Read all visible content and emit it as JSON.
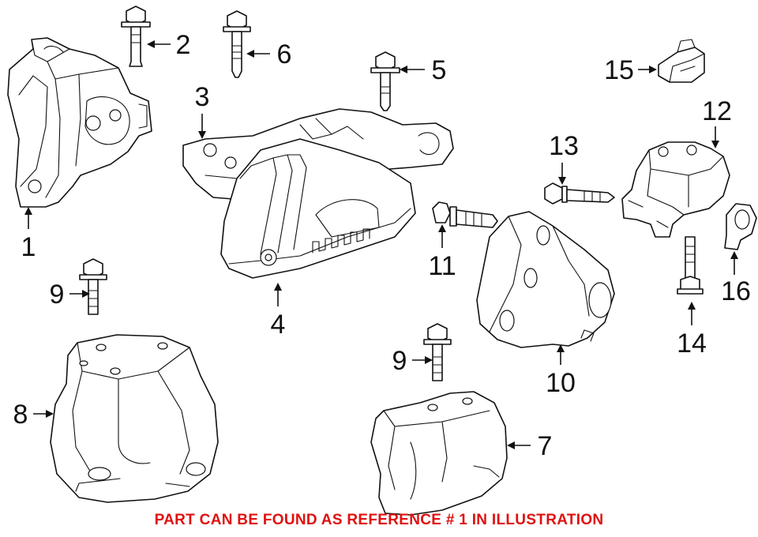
{
  "callouts": [
    {
      "id": "1",
      "label": "1"
    },
    {
      "id": "2",
      "label": "2"
    },
    {
      "id": "3",
      "label": "3"
    },
    {
      "id": "4",
      "label": "4"
    },
    {
      "id": "5",
      "label": "5"
    },
    {
      "id": "6",
      "label": "6"
    },
    {
      "id": "7",
      "label": "7"
    },
    {
      "id": "8",
      "label": "8"
    },
    {
      "id": "9a",
      "label": "9"
    },
    {
      "id": "9b",
      "label": "9"
    },
    {
      "id": "10",
      "label": "10"
    },
    {
      "id": "11",
      "label": "11"
    },
    {
      "id": "12",
      "label": "12"
    },
    {
      "id": "13",
      "label": "13"
    },
    {
      "id": "14",
      "label": "14"
    },
    {
      "id": "15",
      "label": "15"
    },
    {
      "id": "16",
      "label": "16"
    }
  ],
  "footer": {
    "note": "PART CAN BE FOUND AS REFERENCE # 1 IN ILLUSTRATION",
    "color": "#e01010"
  }
}
